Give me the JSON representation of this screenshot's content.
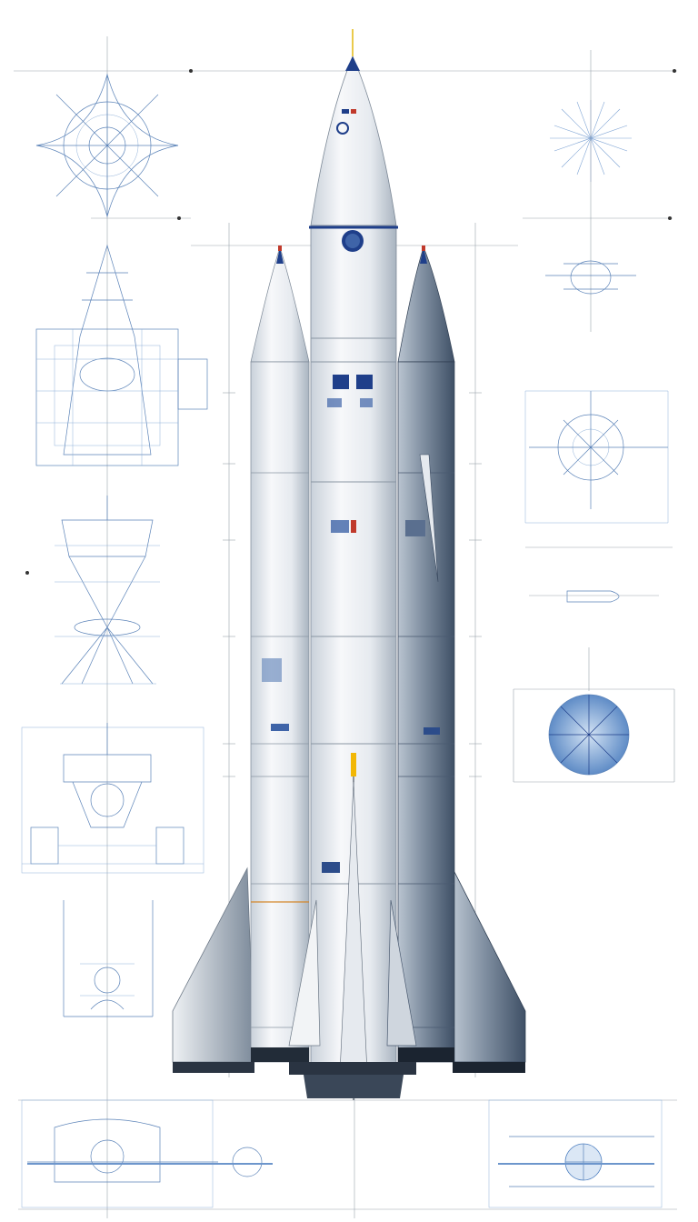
{
  "title": "",
  "labels": [],
  "colors": {
    "blueprint_line": "#5b83b8",
    "rocket_white": "#eef1f4",
    "rocket_shadow": "#9aa6b2",
    "accent_blue": "#1f3f8a",
    "accent_red": "#c0392b",
    "accent_yellow": "#f2b705"
  },
  "icons": [
    "rocket",
    "blueprint-schematic",
    "dimension-line"
  ]
}
